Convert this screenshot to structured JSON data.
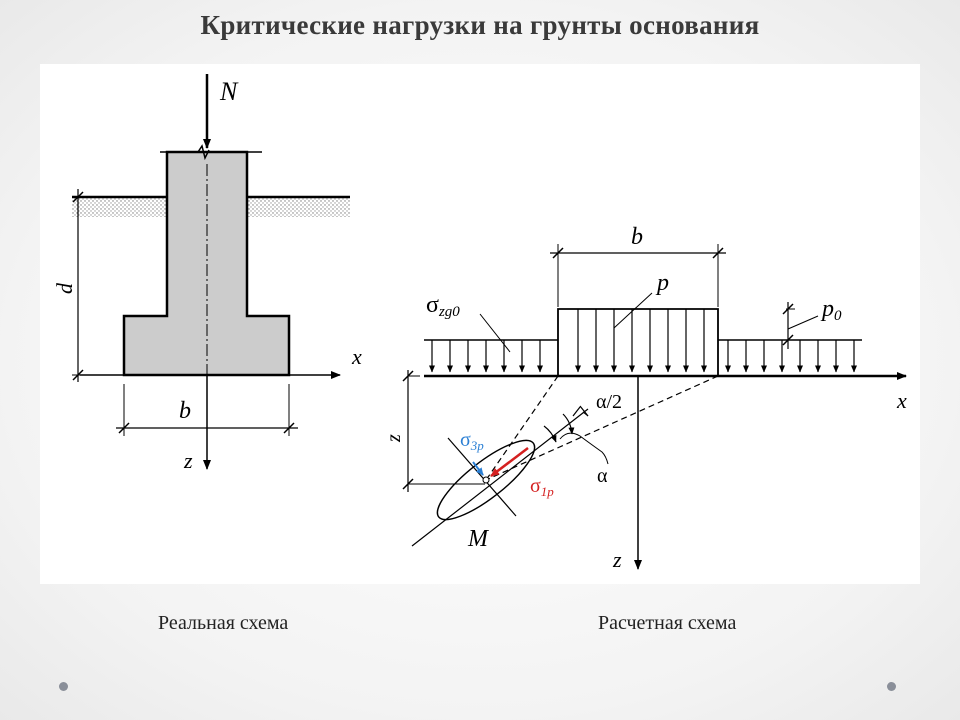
{
  "title": "Критические нагрузки на грунты основания",
  "diagram": {
    "left": {
      "label_N": "N",
      "label_d": "d",
      "label_b": "b",
      "label_x": "x",
      "label_z": "z"
    },
    "right": {
      "label_b": "b",
      "label_p": "p",
      "label_p0_main": "p",
      "label_p0_sub": "0",
      "label_sigma_zg0_main": "σ",
      "label_sigma_zg0_sub": "zg0",
      "label_alpha_half": "α/2",
      "label_alpha": "α",
      "label_sigma3_main": "σ",
      "label_sigma3_sub": "3p",
      "label_sigma1_main": "σ",
      "label_sigma1_sub": "1p",
      "label_M": "M",
      "label_x": "x",
      "label_z_axis": "z",
      "label_z_dim": "z"
    }
  },
  "captions": {
    "left": "Реальная схема",
    "right": "Расчетная схема"
  },
  "colors": {
    "sigma3": "#2a7fd4",
    "sigma1": "#d42020",
    "footing_fill": "#cccccc"
  }
}
